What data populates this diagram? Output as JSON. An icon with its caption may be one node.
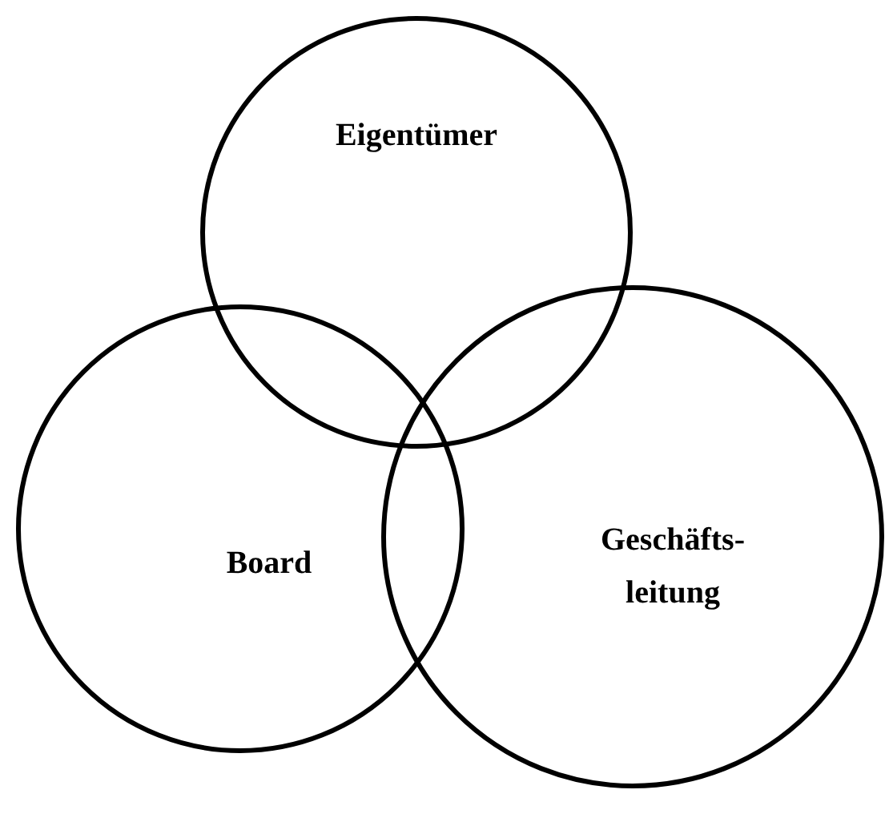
{
  "diagram": {
    "nodes": [
      {
        "text": [
          "Eigentümer"
        ]
      },
      {
        "text": [
          "Board"
        ]
      },
      {
        "text": [
          "Geschäfts- leitung"
        ]
      }
    ]
  }
}
